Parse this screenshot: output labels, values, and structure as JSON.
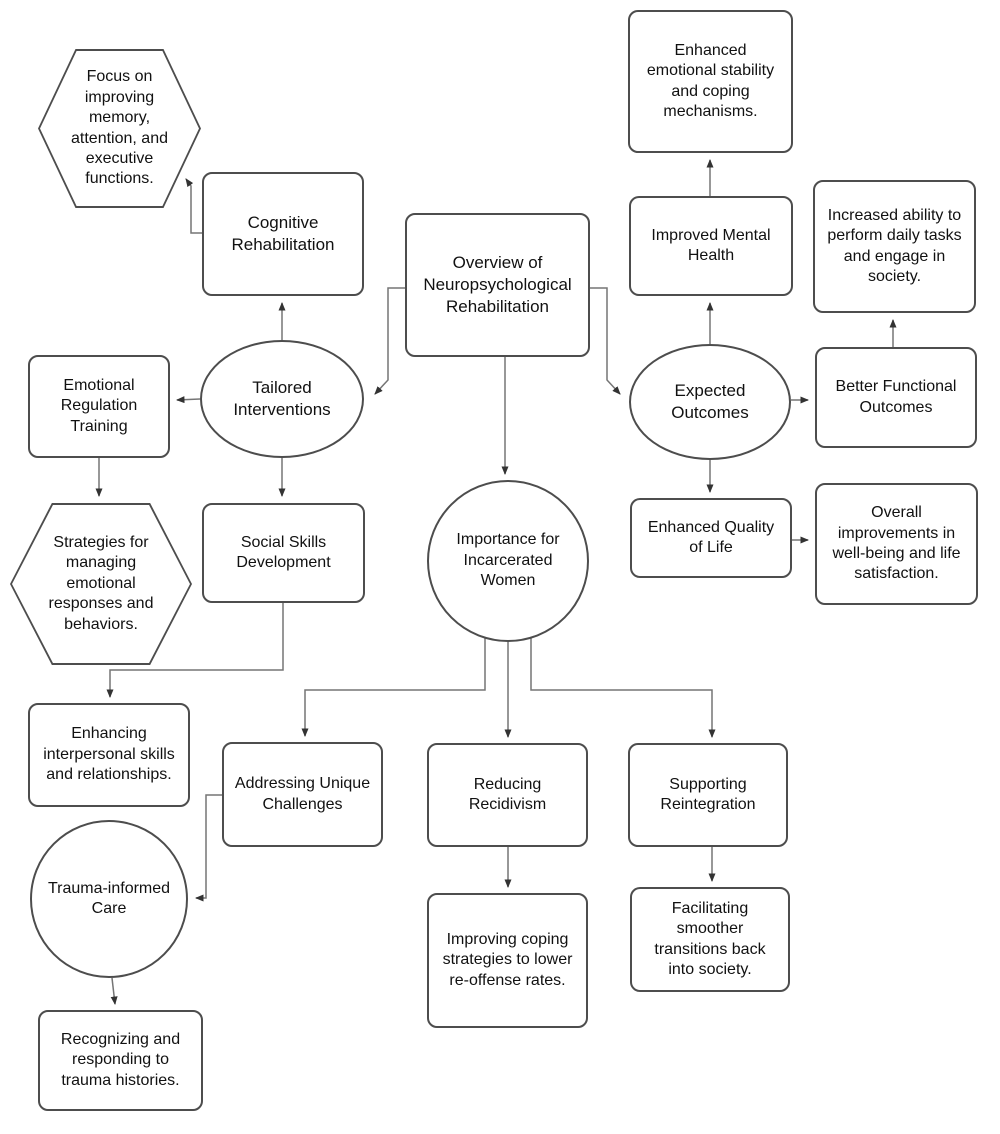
{
  "diagram": {
    "title": "Neuropsychological Rehabilitation flowchart",
    "colors": {
      "node_border": "#4d4d4d",
      "connector": "#757575",
      "arrowhead": "#333333",
      "text": "#111111",
      "background": "#ffffff"
    },
    "nodes": {
      "focus": {
        "shape": "hexagon",
        "label": "Focus on improving memory, attention, and executive functions."
      },
      "cognitive": {
        "shape": "rect",
        "label": "Cognitive Rehabilitation"
      },
      "overview": {
        "shape": "rect",
        "label": "Overview of Neuropsychological Rehabilitation"
      },
      "tailored": {
        "shape": "ellipse",
        "label": "Tailored Interventions"
      },
      "emotional": {
        "shape": "rect",
        "label": "Emotional Regulation Training"
      },
      "strategies": {
        "shape": "hexagon",
        "label": "Strategies for managing emotional responses and behaviors."
      },
      "social": {
        "shape": "rect",
        "label": "Social Skills Development"
      },
      "enhancing": {
        "shape": "rect",
        "label": "Enhancing interpersonal skills and relationships."
      },
      "trauma": {
        "shape": "circle",
        "label": "Trauma-informed Care"
      },
      "recognizing": {
        "shape": "rect",
        "label": "Recognizing and responding to trauma histories."
      },
      "importance": {
        "shape": "circle",
        "label": "Importance for Incarcerated Women"
      },
      "addressing": {
        "shape": "rect",
        "label": "Addressing Unique Challenges"
      },
      "reducing": {
        "shape": "rect",
        "label": "Reducing Recidivism"
      },
      "improving": {
        "shape": "rect",
        "label": "Improving coping strategies to lower re-offense rates."
      },
      "supporting": {
        "shape": "rect",
        "label": "Supporting Reintegration"
      },
      "facilitating": {
        "shape": "rect",
        "label": "Facilitating smoother transitions back into society."
      },
      "enhancedEmotional": {
        "shape": "rect",
        "label": "Enhanced emotional stability and coping mechanisms."
      },
      "improvedMental": {
        "shape": "rect",
        "label": "Improved Mental Health"
      },
      "increasedAbility": {
        "shape": "rect",
        "label": "Increased ability to perform daily tasks and engage in society."
      },
      "expected": {
        "shape": "ellipse",
        "label": "Expected Outcomes"
      },
      "betterFunctional": {
        "shape": "rect",
        "label": "Better Functional Outcomes"
      },
      "quality": {
        "shape": "rect",
        "label": "Enhanced Quality of Life"
      },
      "overall": {
        "shape": "rect",
        "label": "Overall improvements in well-being and life satisfaction."
      }
    },
    "edges": [
      {
        "from": "cognitive",
        "to": "focus"
      },
      {
        "from": "tailored",
        "to": "cognitive"
      },
      {
        "from": "tailored",
        "to": "emotional"
      },
      {
        "from": "tailored",
        "to": "social"
      },
      {
        "from": "emotional",
        "to": "strategies"
      },
      {
        "from": "overview",
        "to": "tailored"
      },
      {
        "from": "overview",
        "to": "expected"
      },
      {
        "from": "overview",
        "to": "importance"
      },
      {
        "from": "social",
        "to": "enhancing"
      },
      {
        "from": "importance",
        "to": "addressing"
      },
      {
        "from": "importance",
        "to": "reducing"
      },
      {
        "from": "importance",
        "to": "supporting"
      },
      {
        "from": "addressing",
        "to": "trauma"
      },
      {
        "from": "trauma",
        "to": "recognizing"
      },
      {
        "from": "reducing",
        "to": "improving"
      },
      {
        "from": "supporting",
        "to": "facilitating"
      },
      {
        "from": "expected",
        "to": "improvedMental"
      },
      {
        "from": "improvedMental",
        "to": "enhancedEmotional"
      },
      {
        "from": "expected",
        "to": "betterFunctional"
      },
      {
        "from": "betterFunctional",
        "to": "increasedAbility"
      },
      {
        "from": "expected",
        "to": "quality"
      },
      {
        "from": "quality",
        "to": "overall"
      }
    ]
  }
}
